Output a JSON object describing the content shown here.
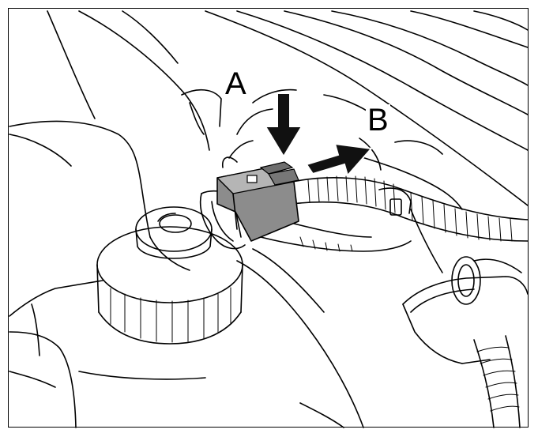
{
  "figure": {
    "callouts": [
      {
        "id": "A",
        "label": "A",
        "meaning": "press-down"
      },
      {
        "id": "B",
        "label": "B",
        "meaning": "pull-out"
      }
    ],
    "colors": {
      "line": "#000000",
      "background": "#ffffff",
      "connector_fill": "#8c8c8c",
      "arrow_fill": "#111111"
    }
  }
}
